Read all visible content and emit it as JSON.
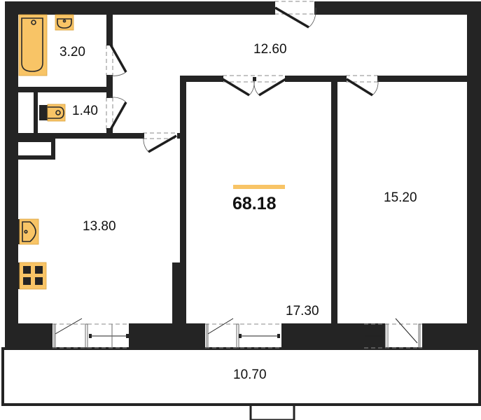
{
  "plan": {
    "total_area": "68.18",
    "accent_color": "#f8c466",
    "wall_color": "#242424",
    "rooms": [
      {
        "id": "bathroom",
        "area": "3.20"
      },
      {
        "id": "toilet",
        "area": "1.40"
      },
      {
        "id": "hallway",
        "area": "12.60"
      },
      {
        "id": "kitchen",
        "area": "13.80"
      },
      {
        "id": "living-room",
        "area": "17.30"
      },
      {
        "id": "bedroom",
        "area": "15.20"
      },
      {
        "id": "balcony",
        "area": "10.70"
      }
    ],
    "fixtures": [
      "bathtub-icon",
      "bathroom-sink-icon",
      "toilet-icon",
      "kitchen-sink-icon",
      "stove-icon"
    ]
  }
}
